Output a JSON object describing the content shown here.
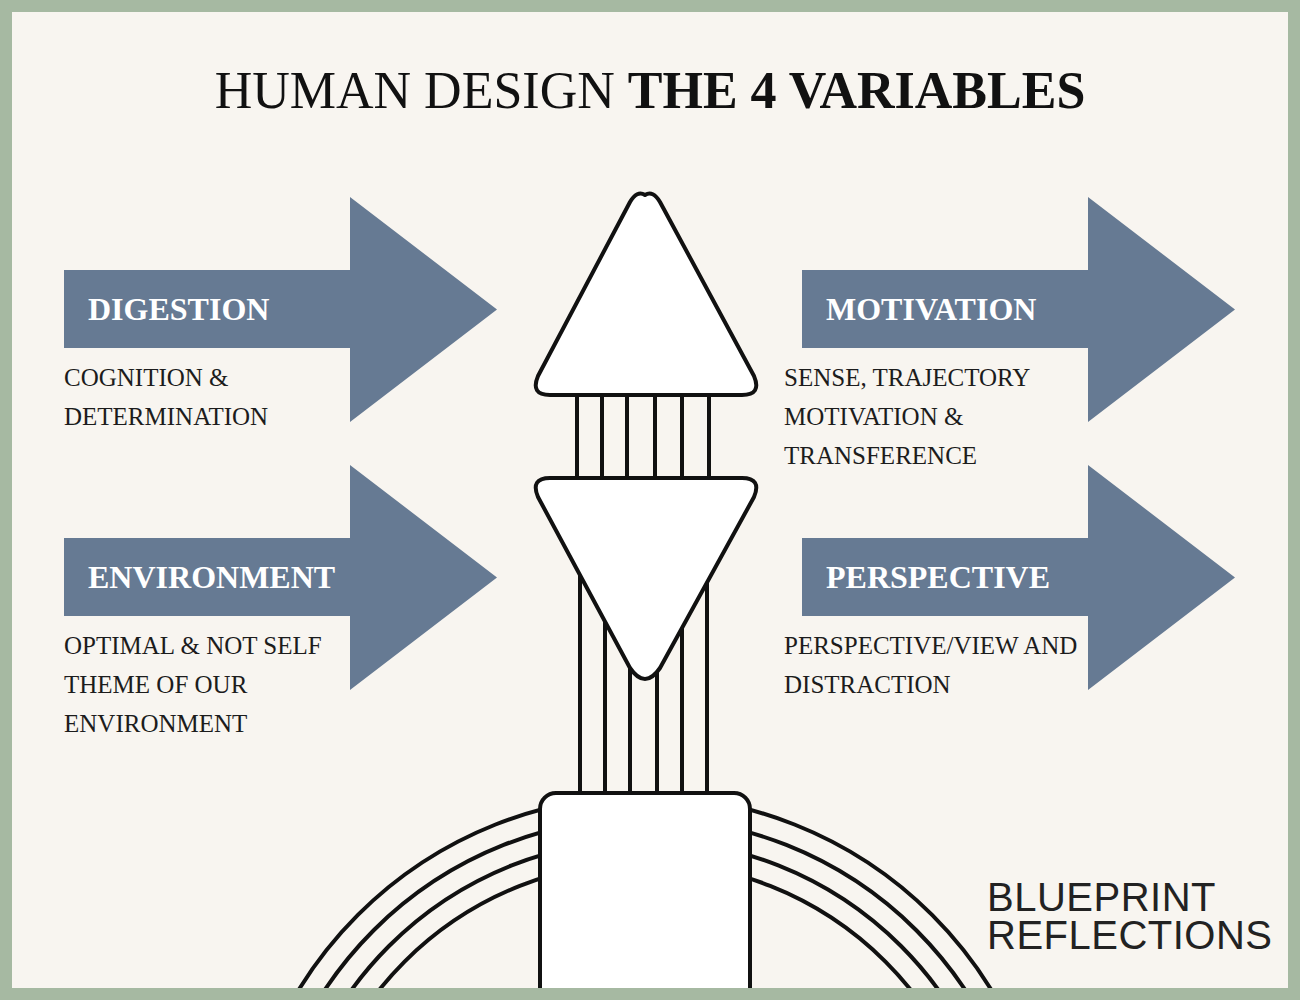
{
  "diagram": {
    "title": "HUMAN DESIGN THE 4 VARIABLES",
    "nodes": [
      {
        "text": [
          "DIGESTION",
          "COGNITION & DETERMINATION"
        ]
      },
      {
        "text": [
          "MOTIVATION",
          "SENSE, TRAJECTORY MOTIVATION & TRANSFERENCE"
        ]
      },
      {
        "text": [
          "ENVIRONMENT",
          "OPTIMAL & NOT SELF THEME OF OUR ENVIRONMENT"
        ]
      },
      {
        "text": [
          "PERSPECTIVE",
          "PERSPECTIVE/VIEW AND DISTRACTION"
        ]
      }
    ],
    "labels": [
      "BLUEPRINT REFLECTIONS"
    ]
  }
}
